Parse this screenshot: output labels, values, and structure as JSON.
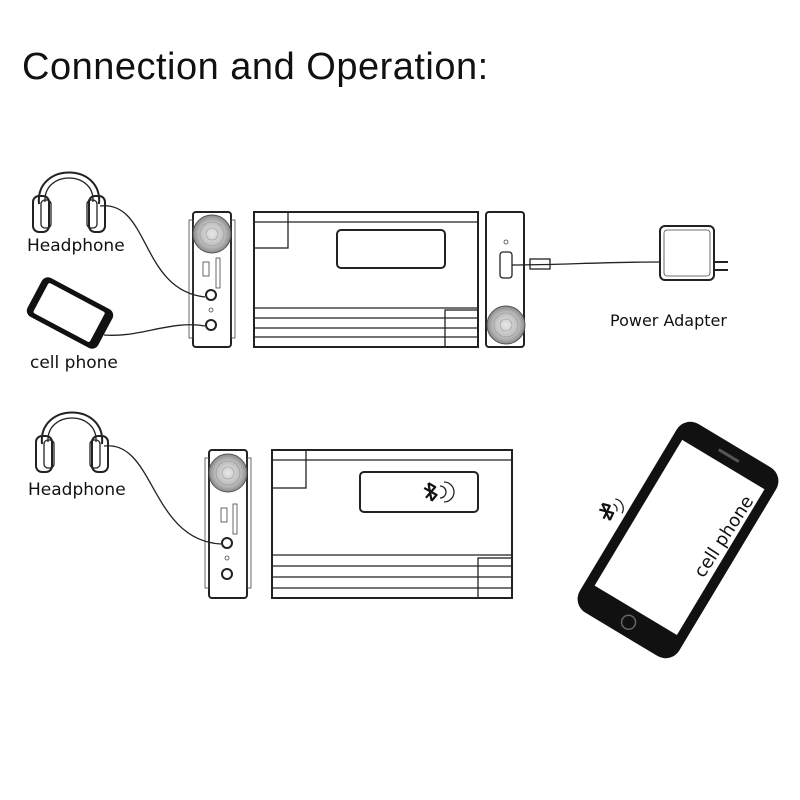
{
  "title": "Connection and Operation:",
  "labels": {
    "headphone_top": "Headphone",
    "cell_phone_top": "cell phone",
    "power_adapter": "Power Adapter",
    "headphone_bottom": "Headphone",
    "cell_phone_bottom": "cell phone"
  },
  "icons": {
    "headphones": "headphones-icon",
    "phone": "smartphone-icon",
    "adapter": "power-adapter-icon",
    "bluetooth": "bluetooth-icon"
  },
  "colors": {
    "line": "#222222",
    "phone_body": "#111111",
    "knob": "#bbbbbb"
  }
}
